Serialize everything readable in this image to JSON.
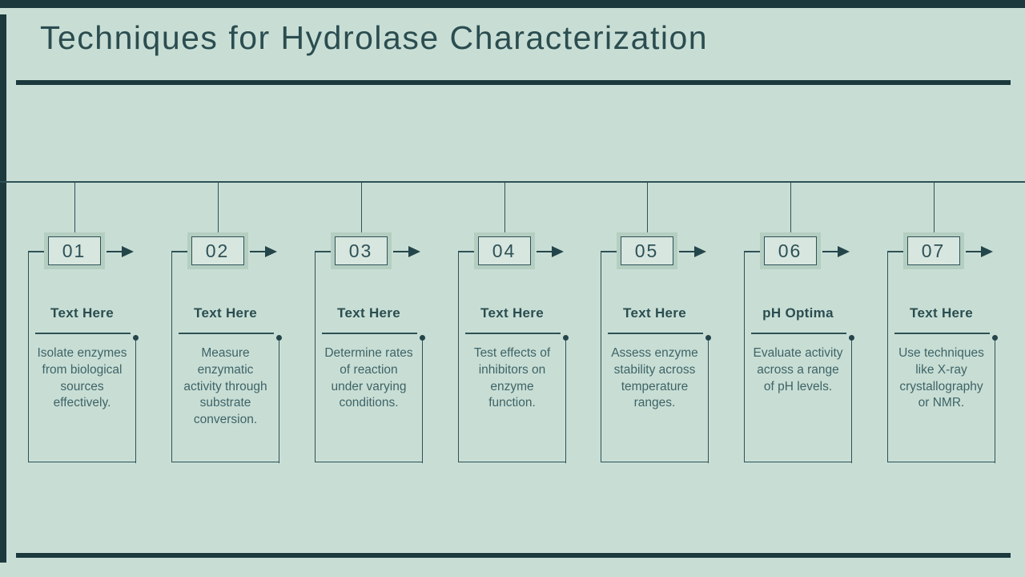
{
  "slide": {
    "title": "Techniques for Hydrolase Characterization",
    "colors": {
      "background": "#c8ded5",
      "accent_bar": "#1c393d",
      "line": "#2e5156",
      "text_primary": "#2b4d50",
      "text_body": "#3f6366",
      "number_box_fill": "#d7e6df",
      "number_box_border": "#b4cec1"
    }
  },
  "cards": [
    {
      "number": "01",
      "title": "Text Here",
      "description": "Isolate enzymes from biological sources effectively."
    },
    {
      "number": "02",
      "title": "Text Here",
      "description": "Measure enzymatic activity through substrate conversion."
    },
    {
      "number": "03",
      "title": "Text Here",
      "description": "Determine rates of reaction under varying conditions."
    },
    {
      "number": "04",
      "title": "Text Here",
      "description": "Test effects of inhibitors on enzyme function."
    },
    {
      "number": "05",
      "title": "Text Here",
      "description": "Assess enzyme stability across temperature ranges."
    },
    {
      "number": "06",
      "title": "pH Optima",
      "description": "Evaluate activity across a range of pH levels."
    },
    {
      "number": "07",
      "title": "Text Here",
      "description": "Use techniques like X-ray crystallography or NMR."
    }
  ]
}
